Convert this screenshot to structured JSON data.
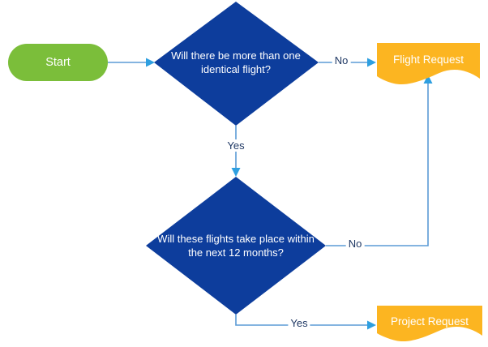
{
  "diagram": {
    "type": "flowchart",
    "start": {
      "label": "Start"
    },
    "decisions": [
      {
        "id": "d1",
        "question": "Will there be more than one identical flight?"
      },
      {
        "id": "d2",
        "question": "Will these flights take place within the next 12 months?"
      }
    ],
    "documents": [
      {
        "id": "flight-request",
        "label": "Flight Request"
      },
      {
        "id": "project-request",
        "label": "Project Request"
      }
    ],
    "connectors": [
      {
        "from": "start",
        "to": "d1",
        "label": ""
      },
      {
        "from": "d1",
        "to": "flight-request",
        "label": "No"
      },
      {
        "from": "d1",
        "to": "d2",
        "label": "Yes"
      },
      {
        "from": "d2",
        "to": "flight-request",
        "label": "No"
      },
      {
        "from": "d2",
        "to": "project-request",
        "label": "Yes"
      }
    ],
    "colors": {
      "decision_fill": "#0D3D9C",
      "start_fill": "#7BBE3A",
      "document_fill": "#FCB521",
      "connector_line": "#5B9BD5",
      "arrowhead": "#2E9FE0",
      "connector_label_text": "#1F3864",
      "shape_text": "#FFFFFF"
    }
  }
}
